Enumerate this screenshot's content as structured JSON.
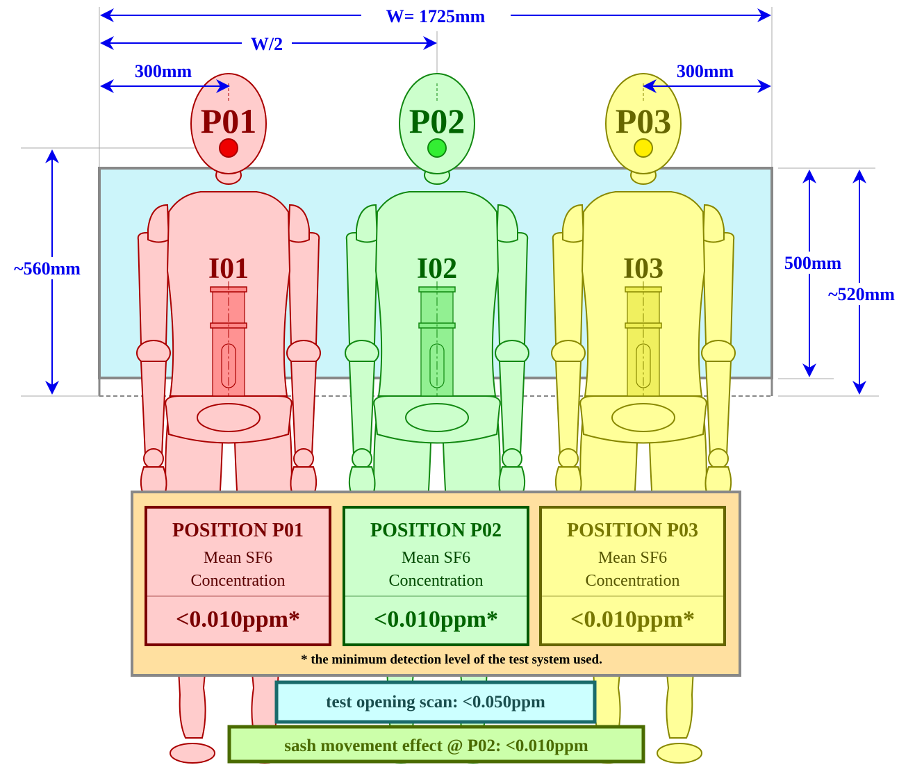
{
  "dimensions": {
    "total_width": "W= 1725mm",
    "half_width": "W/2",
    "left_offset": "300mm",
    "right_offset": "300mm",
    "left_height": "~560mm",
    "sash_height": "500mm",
    "right_height": "~520mm"
  },
  "mannequins": [
    {
      "head_label": "P01",
      "body_label": "I01",
      "fill": "#ffcccc",
      "stroke": "#aa0000",
      "label_color": "#8b0000",
      "dot": "#ee0000",
      "tube": "#ff8888"
    },
    {
      "head_label": "P02",
      "body_label": "I02",
      "fill": "#ccffcc",
      "stroke": "#118811",
      "label_color": "#006400",
      "dot": "#33ee33",
      "tube": "#88ee88"
    },
    {
      "head_label": "P03",
      "body_label": "I03",
      "fill": "#ffff99",
      "stroke": "#888800",
      "label_color": "#666600",
      "dot": "#ffee00",
      "tube": "#eeee55"
    }
  ],
  "results": {
    "panels": [
      {
        "title": "POSITION P01",
        "line1": "Mean  SF6",
        "line2": "Concentration",
        "value": "<0.010ppm*"
      },
      {
        "title": "POSITION P02",
        "line1": "Mean  SF6",
        "line2": "Concentration",
        "value": "<0.010ppm*"
      },
      {
        "title": "POSITION P03",
        "line1": "Mean  SF6",
        "line2": "Concentration",
        "value": "<0.010ppm*"
      }
    ],
    "footnote": "* the minimum detection level of the test system used."
  },
  "scan_box": {
    "text": "test opening scan: <0.050ppm"
  },
  "sash_box": {
    "text": "sash movement effect @ P02: <0.010ppm"
  },
  "colors": {
    "dimension": "#0000ee",
    "sash_fill": "#ccf5fa",
    "sash_border": "#888888",
    "results_bg": "#ffe0a0",
    "scan_bg": "#ccffff",
    "scan_border": "#1a6b6b",
    "sash_box_bg": "#ccffaa",
    "sash_box_border": "#4a6b00"
  }
}
